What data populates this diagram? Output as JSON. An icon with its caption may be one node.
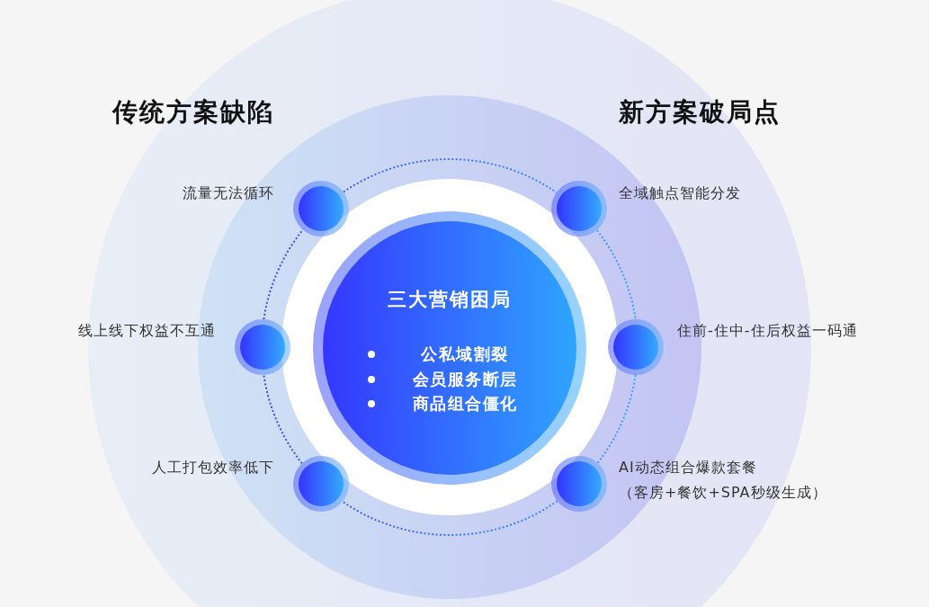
{
  "diagram": {
    "nodes": [
      {
        "text": [
          "三大营销困局",
          "公私域割裂",
          "会员服务断层",
          "商品组合僵化"
        ]
      },
      {
        "text": [],
        "shape": "circle",
        "beside": [
          "流量无法循环"
        ]
      },
      {
        "text": [],
        "shape": "circle",
        "beside": [
          "全域触点智能分发"
        ]
      },
      {
        "text": [],
        "shape": "circle",
        "beside": [
          "线上线下权益不互通"
        ]
      },
      {
        "text": [],
        "shape": "circle",
        "beside": [
          "住前-住中-住后权益一码通"
        ]
      },
      {
        "text": [],
        "shape": "circle",
        "beside": [
          "人工打包效率低下"
        ]
      },
      {
        "text": [],
        "shape": "circle",
        "beside": [
          "AI动态组合爆款套餐",
          "（客房+餐饮+SPA秒级生成）"
        ]
      }
    ],
    "edges": [
      {
        "from": 1,
        "to": 2,
        "arrow": "none",
        "style": "dashed"
      },
      {
        "from": 2,
        "to": 4,
        "arrow": "none",
        "style": "dashed"
      },
      {
        "from": 4,
        "to": 6,
        "arrow": "none",
        "style": "dashed"
      },
      {
        "from": 6,
        "to": 5,
        "arrow": "none",
        "style": "dashed"
      },
      {
        "from": 5,
        "to": 3,
        "arrow": "none",
        "style": "dashed"
      },
      {
        "from": 3,
        "to": 1,
        "arrow": "none",
        "style": "dashed"
      }
    ],
    "labels": [
      "传统方案缺陷",
      "新方案破局点"
    ]
  }
}
